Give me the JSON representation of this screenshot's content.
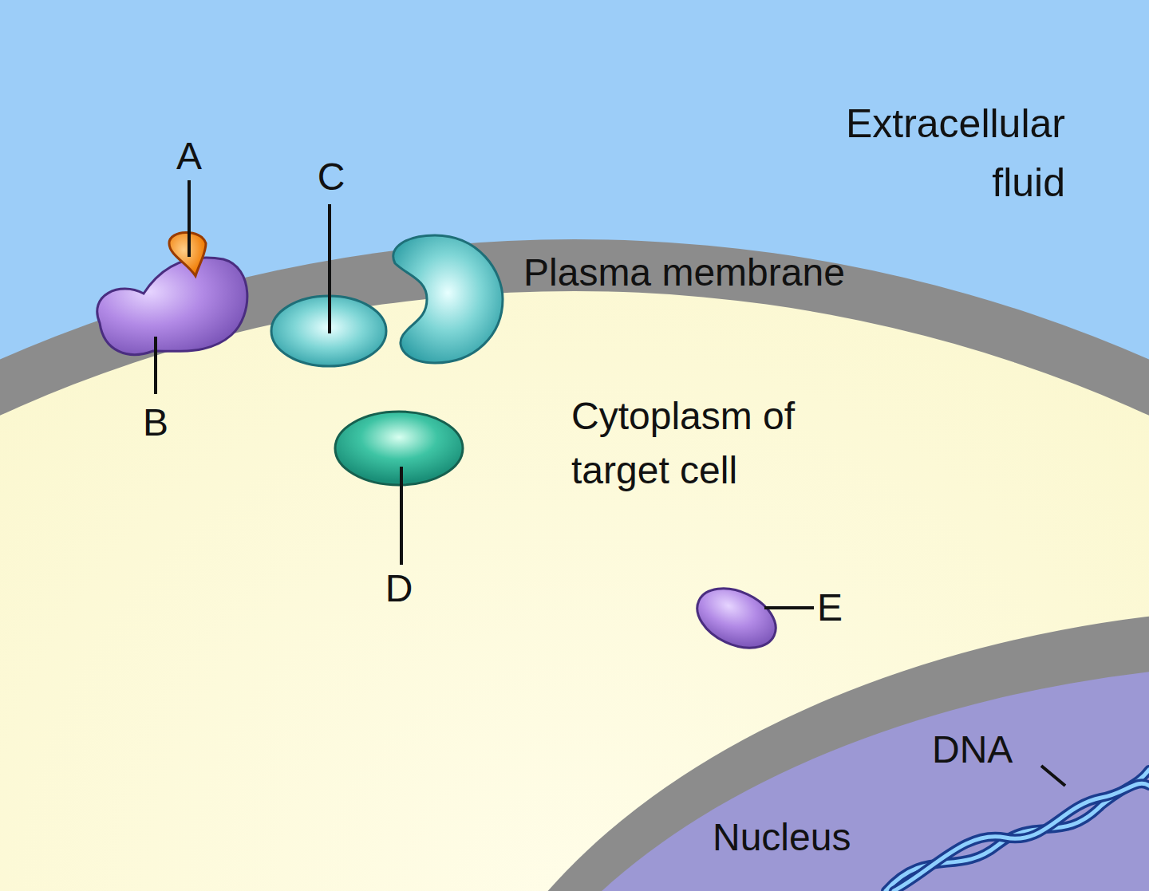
{
  "diagram": {
    "labels": [
      "Extracellular fluid",
      "A",
      "C",
      "Plasma membrane",
      "B",
      "Cytoplasm of target cell",
      "D",
      "E",
      "DNA",
      "Nucleus"
    ]
  }
}
